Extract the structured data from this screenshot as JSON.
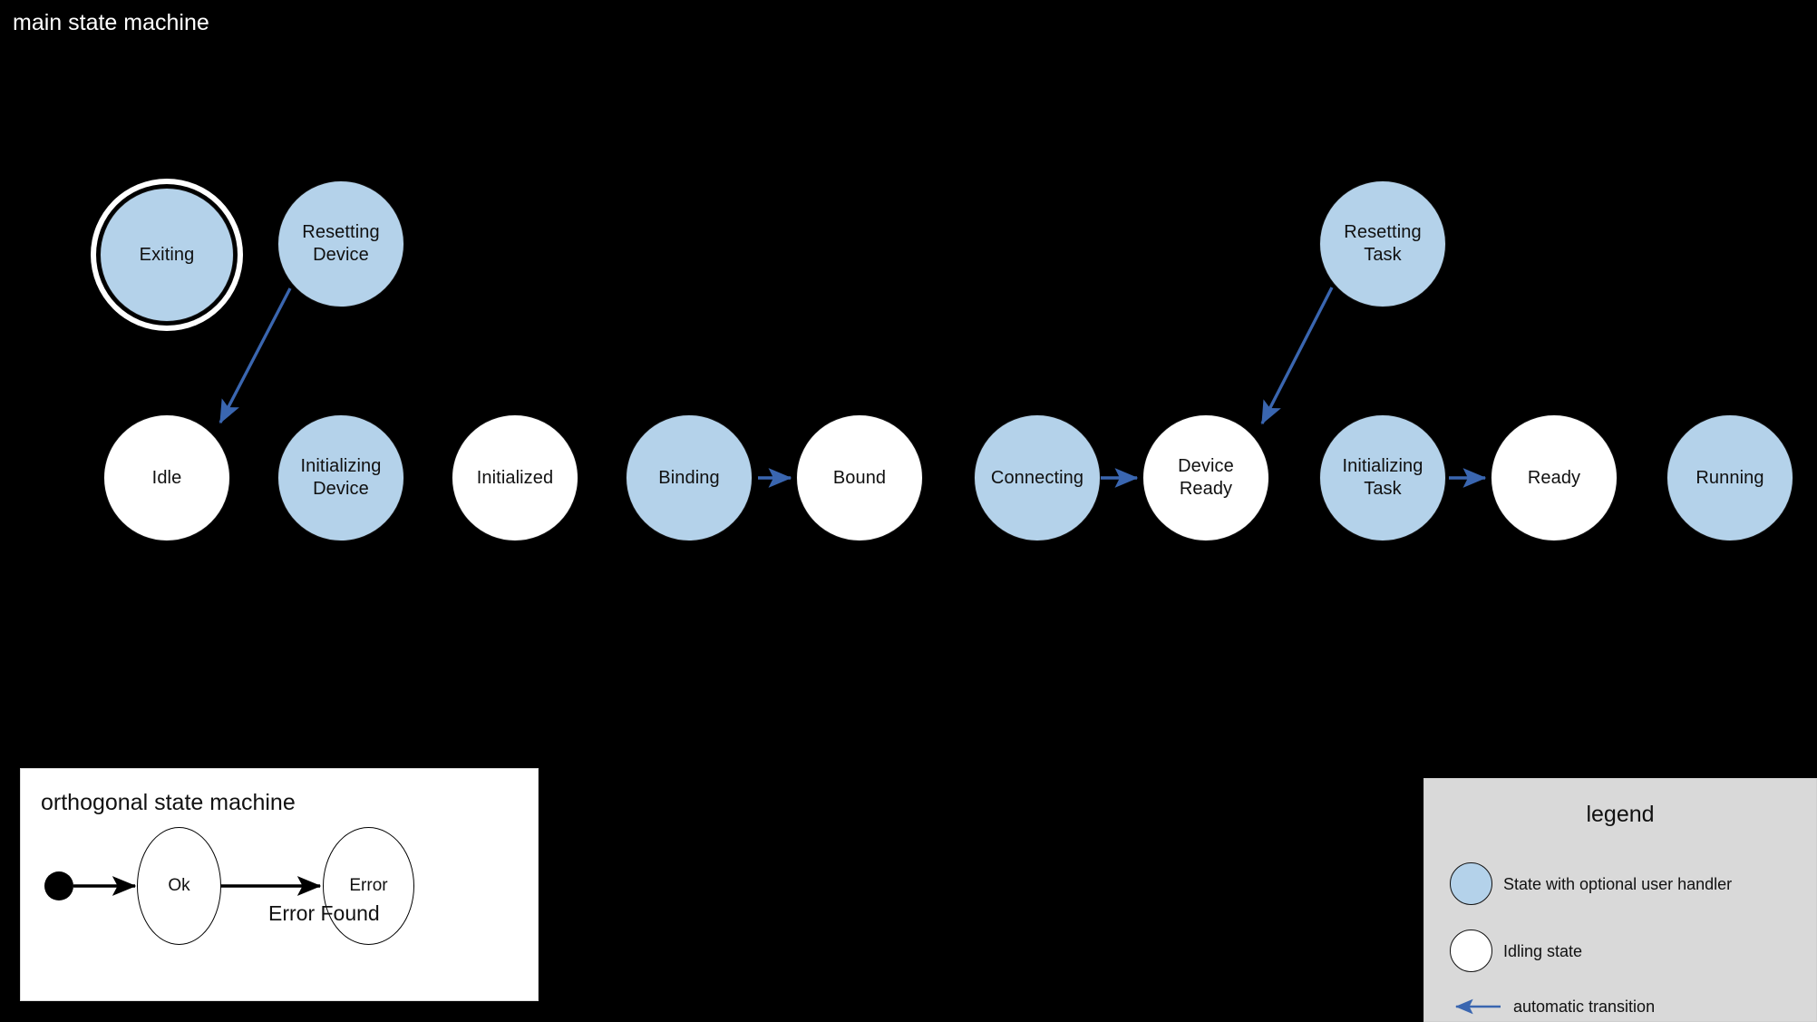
{
  "title": "main state machine",
  "colors": {
    "background": "#000000",
    "handler_state_fill": "#b4d2ea",
    "idling_state_fill": "#ffffff",
    "transition_arrow": "#3a66b0",
    "title_text": "#ffffff",
    "node_text": "#101010",
    "legend_panel": "#d9d9d9",
    "ortho_panel": "#ffffff"
  },
  "main_state_machine": {
    "top_row": [
      {
        "id": "exiting",
        "label": "Exiting",
        "kind": "handler",
        "final": true
      },
      {
        "id": "resetting_device",
        "label": "Resetting\nDevice",
        "kind": "handler",
        "final": false
      },
      {
        "id": "resetting_task",
        "label": "Resetting\nTask",
        "kind": "handler",
        "final": false
      }
    ],
    "main_row": [
      {
        "id": "idle",
        "label": "Idle",
        "kind": "idling"
      },
      {
        "id": "initializing_device",
        "label": "Initializing\nDevice",
        "kind": "handler"
      },
      {
        "id": "initialized",
        "label": "Initialized",
        "kind": "idling"
      },
      {
        "id": "binding",
        "label": "Binding",
        "kind": "handler"
      },
      {
        "id": "bound",
        "label": "Bound",
        "kind": "idling"
      },
      {
        "id": "connecting",
        "label": "Connecting",
        "kind": "handler"
      },
      {
        "id": "device_ready",
        "label": "Device\nReady",
        "kind": "idling"
      },
      {
        "id": "initializing_task",
        "label": "Initializing\nTask",
        "kind": "handler"
      },
      {
        "id": "ready",
        "label": "Ready",
        "kind": "idling"
      },
      {
        "id": "running",
        "label": "Running",
        "kind": "handler"
      }
    ],
    "transitions": [
      {
        "from": "resetting_device",
        "to": "idle",
        "label": "",
        "type": "automatic"
      },
      {
        "from": "binding",
        "to": "bound",
        "label": "",
        "type": "automatic"
      },
      {
        "from": "connecting",
        "to": "device_ready",
        "label": "",
        "type": "automatic"
      },
      {
        "from": "resetting_task",
        "to": "device_ready",
        "label": "",
        "type": "automatic"
      },
      {
        "from": "initializing_task",
        "to": "ready",
        "label": "",
        "type": "automatic"
      }
    ]
  },
  "orthogonal_state_machine": {
    "title": "orthogonal state machine",
    "states": [
      {
        "id": "ok",
        "label": "Ok"
      },
      {
        "id": "error",
        "label": "Error"
      }
    ],
    "initial_marker": "filled-circle",
    "transitions": [
      {
        "from": "initial",
        "to": "ok",
        "label": ""
      },
      {
        "from": "ok",
        "to": "error",
        "label": "Error Found"
      }
    ]
  },
  "legend": {
    "title": "legend",
    "items": [
      {
        "glyph": "handler-state-circle",
        "label": "State with optional user handler"
      },
      {
        "glyph": "idling-state-circle",
        "label": "Idling state"
      },
      {
        "glyph": "arrow-left",
        "label": "automatic transition"
      }
    ]
  }
}
